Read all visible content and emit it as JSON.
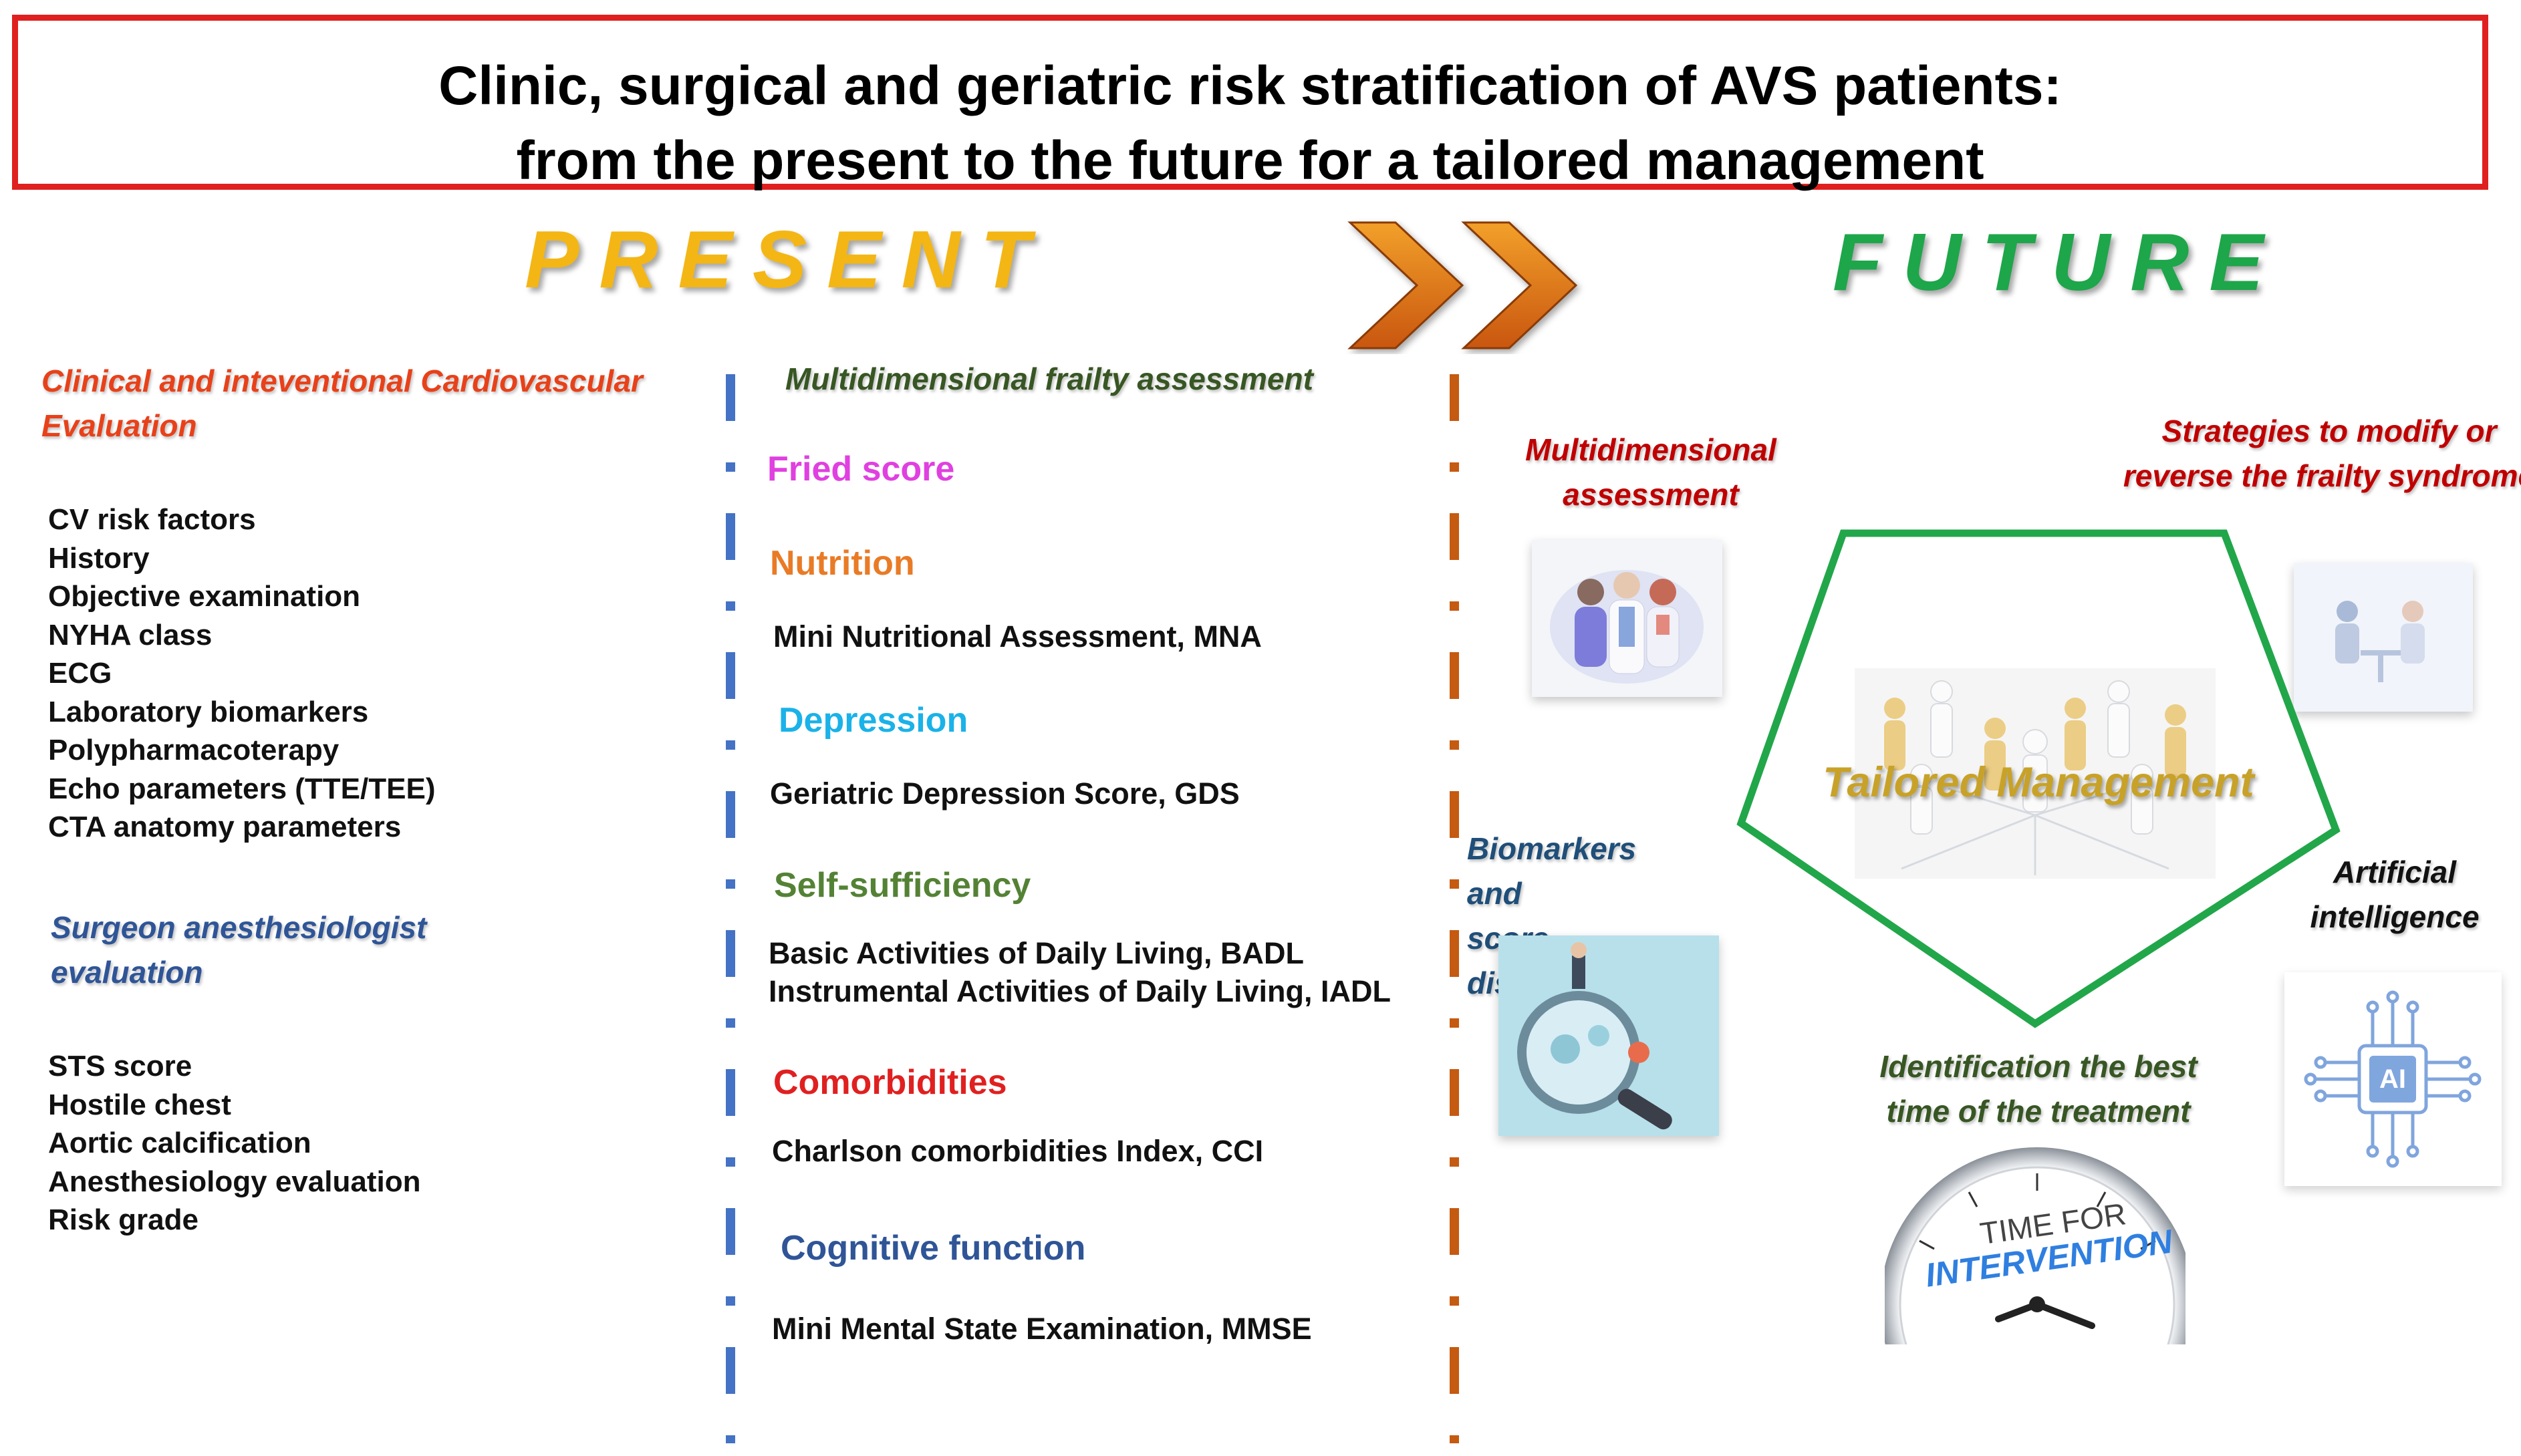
{
  "title": {
    "line1": "Clinic, surgical and geriatric risk stratification of AVS patients:",
    "line2": "from the present to the future for a tailored management"
  },
  "headers": {
    "present": "PRESENT",
    "future": "FUTURE"
  },
  "left_column": {
    "clinical_title": "Clinical and inteventional Cardiovascular Evaluation",
    "clinical_items": [
      "CV risk factors",
      "History",
      "Objective examination",
      "NYHA class",
      "ECG",
      "Laboratory biomarkers",
      "Polypharmacoterapy",
      "Echo parameters (TTE/TEE)",
      "CTA anatomy parameters"
    ],
    "surgeon_title": "Surgeon anesthesiologist evaluation",
    "surgeon_items": [
      "STS score",
      "Hostile chest",
      "Aortic calcification",
      "Anesthesiology evaluation",
      "Risk grade"
    ]
  },
  "middle_column": {
    "title": "Multidimensional frailty assessment",
    "fried": "Fried score",
    "nutrition": "Nutrition",
    "nutrition_item": "Mini Nutritional Assessment, MNA",
    "depression": "Depression",
    "depression_item": "Geriatric Depression Score, GDS",
    "self_sufficiency": "Self-sufficiency",
    "self_item1": "Basic Activities of Daily Living, BADL",
    "self_item2": "Instrumental Activities of Daily Living, IADL",
    "comorbidities": "Comorbidities",
    "comorbidities_item": "Charlson comorbidities Index, CCI",
    "cognitive": "Cognitive function",
    "cognitive_item": "Mini Mental State Examination, MMSE"
  },
  "future": {
    "multidimensional": "Multidimensional assessment",
    "strategies": "Strategies to modify or reverse the frailty syndrome",
    "biomarkers": "Biomarkers and score discovery",
    "ai": "Artificial intelligence",
    "ai_chip_label": "AI",
    "identification": "Identification the best time of the treatment",
    "tailored": "Tailored Management",
    "clock_line1": "TIME FOR",
    "clock_line2": "INTERVENTION"
  },
  "colors": {
    "title_border": "#e0201f",
    "present": "#f4b614",
    "future": "#1ea64a",
    "clinical_title": "#e8411a",
    "surgeon_title": "#2f5597",
    "frailty_title": "#375623",
    "fried": "#e040e0",
    "nutrition": "#e97b26",
    "depression": "#1ab2e8",
    "self_sufficiency": "#548235",
    "comorbidities": "#e02020",
    "cognitive": "#2f5597",
    "future_red": "#c00000",
    "future_blue": "#1f4e79",
    "future_green": "#375623",
    "pentagon": "#22a64a",
    "tailored": "#c8a228",
    "divider_blue": "#4472c4",
    "divider_orange": "#c55a11",
    "arrow": "#e8821a"
  }
}
